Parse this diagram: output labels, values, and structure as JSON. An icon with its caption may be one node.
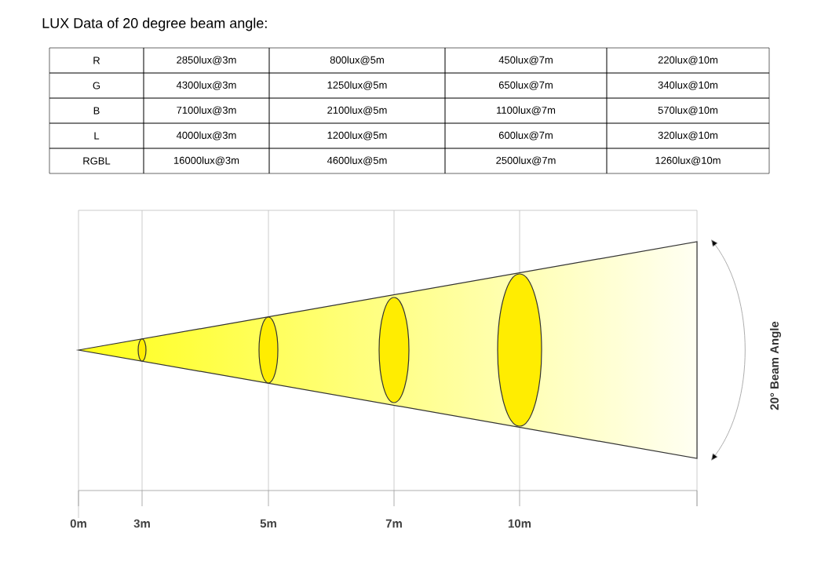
{
  "diagram": {
    "title": "LUX Data of 20 degree beam angle:",
    "labels": [
      "R",
      "2850lux@3m",
      "800lux@5m",
      "450lux@7m",
      "220lux@10m",
      "G",
      "4300lux@3m",
      "1250lux@5m",
      "650lux@7m",
      "340lux@10m",
      "B",
      "7100lux@3m",
      "2100lux@5m",
      "1100lux@7m",
      "570lux@10m",
      "L",
      "4000lux@3m",
      "1200lux@5m",
      "600lux@7m",
      "320lux@10m",
      "RGBL",
      "16000lux@3m",
      "4600lux@5m",
      "2500lux@7m",
      "1260lux@10m",
      "0m",
      "3m",
      "5m",
      "7m",
      "10m",
      "20° Beam Angle"
    ]
  }
}
